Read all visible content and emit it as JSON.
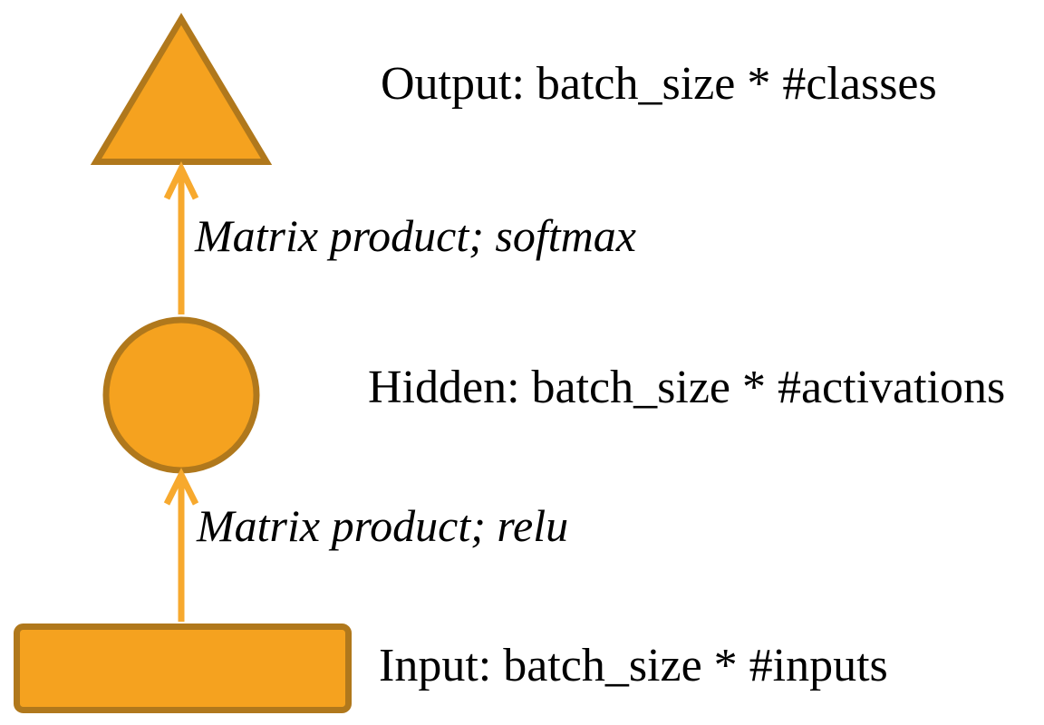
{
  "diagram": {
    "title": "feedforward network shapes diagram",
    "background": "#FFFFFF",
    "text_color": "#000000"
  },
  "colors": {
    "shape_fill": "#F5A21F",
    "shape_stroke": "#B0781C",
    "arrow": "#F7A92E"
  },
  "nodes": [
    {
      "id": "output",
      "shape": "triangle",
      "label": "Output: batch_size * #classes"
    },
    {
      "id": "hidden",
      "shape": "circle",
      "label": "Hidden: batch_size * #activations"
    },
    {
      "id": "input",
      "shape": "rectangle",
      "label": "Input: batch_size * #inputs"
    }
  ],
  "edges": [
    {
      "id": "hidden-to-output",
      "direction": "up",
      "label": "Matrix product; softmax"
    },
    {
      "id": "input-to-hidden",
      "direction": "up",
      "label": "Matrix product; relu"
    }
  ]
}
